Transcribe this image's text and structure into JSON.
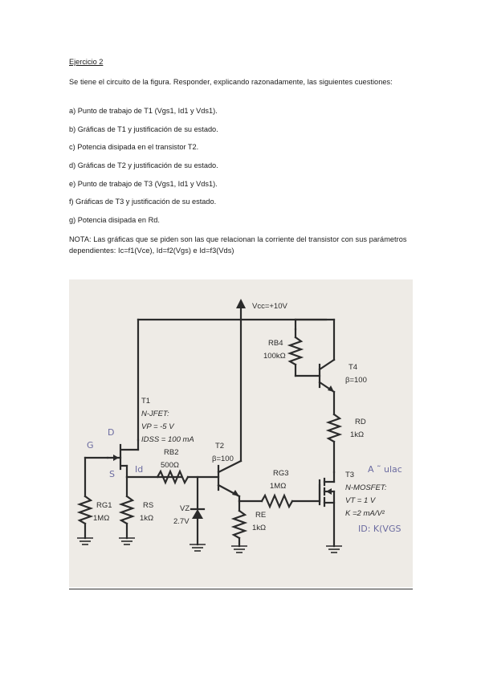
{
  "title": "Ejercicio 2",
  "intro": "Se tiene el circuito de la figura. Responder, explicando razonadamente, las siguientes cuestiones:",
  "questions": [
    "a) Punto de trabajo de T1 (Vgs1, Id1 y Vds1).",
    "b) Gráficas de T1 y justificación de su estado.",
    "c) Potencia disipada en el transistor T2.",
    "d) Gráficas de T2 y justificación de su estado.",
    "e) Punto de trabajo de T3 (Vgs1, Id1 y Vds1).",
    "f) Gráficas de T3 y justificación de su estado.",
    "g) Potencia disipada en Rd."
  ],
  "note": "NOTA: Las gráficas que se piden son las que relacionan la corriente del transistor con sus parámetros dependientes: Ic=f1(Vce), Id=f2(Vgs) e Id=f3(Vds)",
  "circuit": {
    "vcc": "Vcc=+10V",
    "rb4_name": "RB4",
    "rb4_value": "100kΩ",
    "t4_name": "T4",
    "t4_beta": "β=100",
    "rd_name": "RD",
    "rd_value": "1kΩ",
    "t1_name": "T1",
    "t1_type": "N-JFET:",
    "t1_vp": "VP = -5 V",
    "t1_idss": "IDSS = 100 mA",
    "rb2_name": "RB2",
    "rb2_value": "500Ω",
    "t2_name": "T2",
    "t2_beta": "β=100",
    "rg3_name": "RG3",
    "rg3_value": "1MΩ",
    "t3_name": "T3",
    "t3_type": "N-MOSFET:",
    "t3_vt": "VT = 1 V",
    "t3_k": "K =2 mA/V²",
    "rg1_name": "RG1",
    "rg1_value": "1MΩ",
    "rs_name": "RS",
    "rs_value": "1kΩ",
    "vz_name": "VZ",
    "vz_value": "2.7V",
    "re_name": "RE",
    "re_value": "1kΩ",
    "hand_g": "G",
    "hand_d": "D",
    "hand_s": "S",
    "hand_id": "Id",
    "hand_note1": "A ˜ ulac",
    "hand_note2": "ID: K(VGS"
  }
}
